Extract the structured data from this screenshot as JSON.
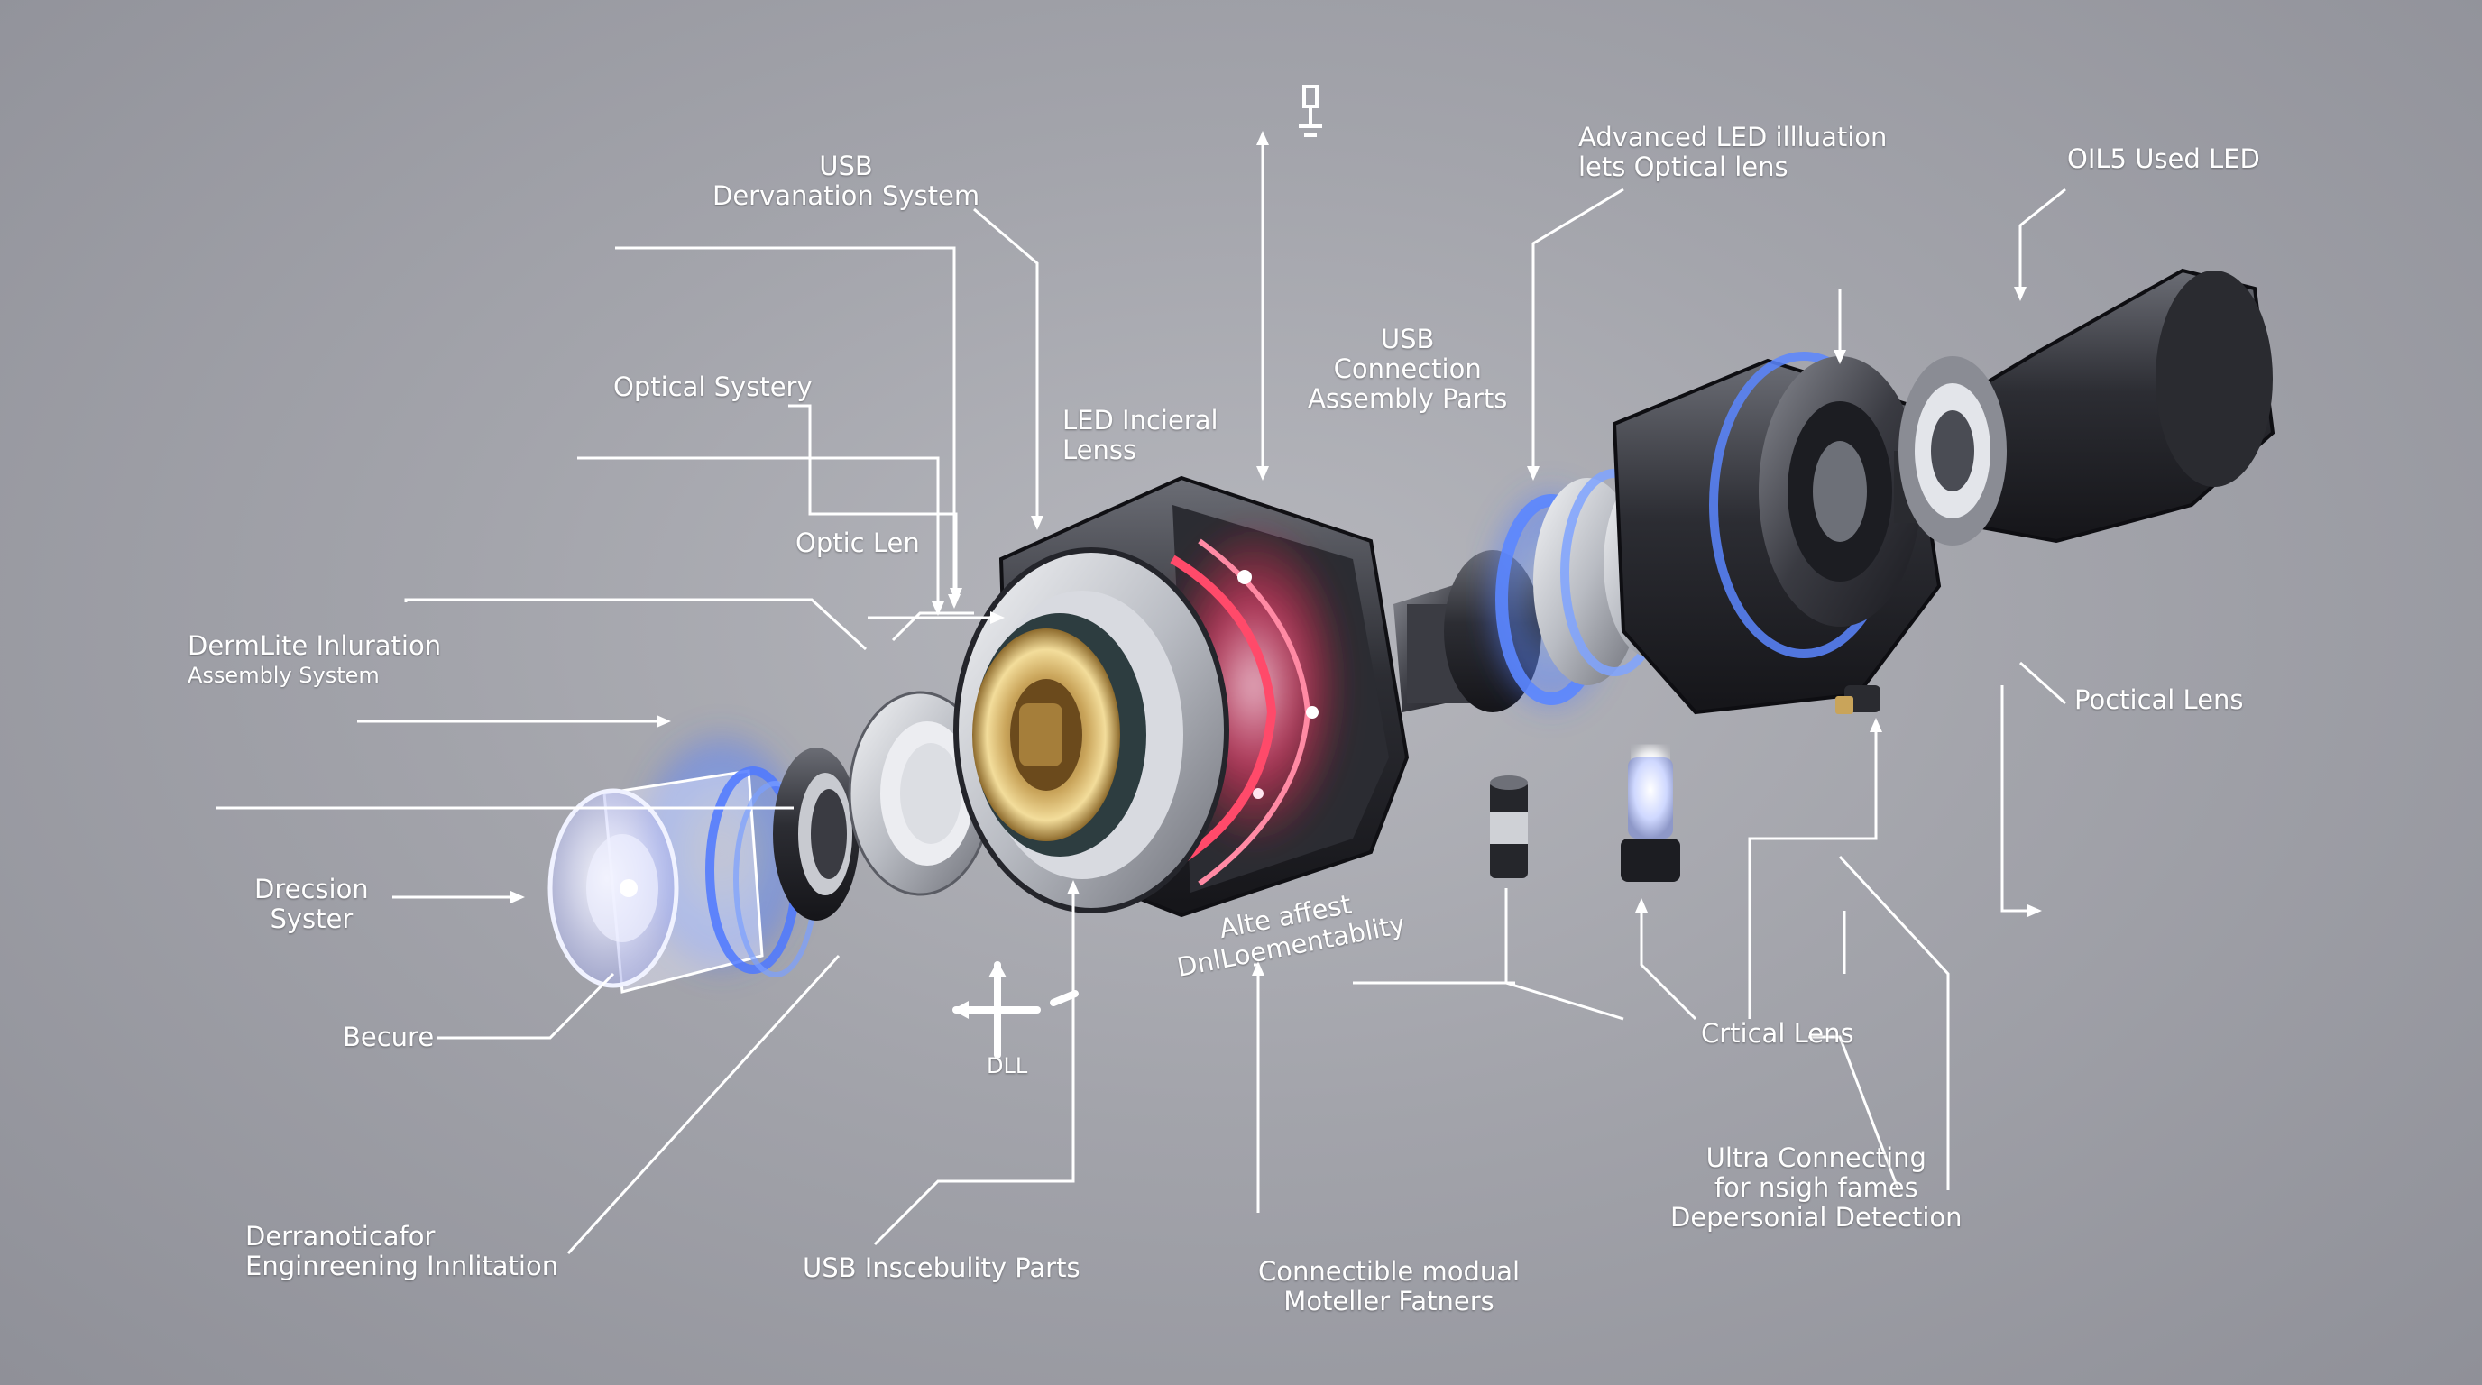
{
  "labels": {
    "usb_dervanation": [
      "USB",
      "Dervanation System"
    ],
    "optical_systery": "Optical Systery",
    "optic_len": "Optic Len",
    "led_incieral": [
      "LED Incieral",
      "Lenss"
    ],
    "dermlite": [
      "DermLite Inluration",
      "Assembly System"
    ],
    "drecsion": [
      "Drecsion",
      "Syster"
    ],
    "becure": "Becure",
    "derranoticafor": [
      "Derranoticafor",
      "Enginreening Innlitation"
    ],
    "usb_inscebuity": "USB Inscebulity Parts",
    "dll": "DLL",
    "alte_affest": [
      "Alte affest",
      "DnlLoementablity"
    ],
    "connectible": [
      "Connectible modual",
      "Moteller Fatners"
    ],
    "usb_connection": [
      "USB",
      "Connection",
      "Assembly Parts"
    ],
    "advanced_led": [
      "Advanced LED illluation",
      "lets Optical lens"
    ],
    "oil5": "OIL5 Used LED",
    "poctical": "Poctical Lens",
    "crtical": "Crtical Lens",
    "ultra": [
      "Ultra Connecting",
      "for nsigh fames",
      "Depersonial Detection"
    ]
  },
  "colors": {
    "background": "#a3a4ab",
    "callout_line": "#ffffff",
    "glow_blue": "#4f7dff",
    "glow_red": "#ff3c4e",
    "brass": "#c9a45a",
    "metal_dark": "#2a2b30"
  },
  "icons": [
    "cross-arrows-icon",
    "connector-pin-icon"
  ]
}
